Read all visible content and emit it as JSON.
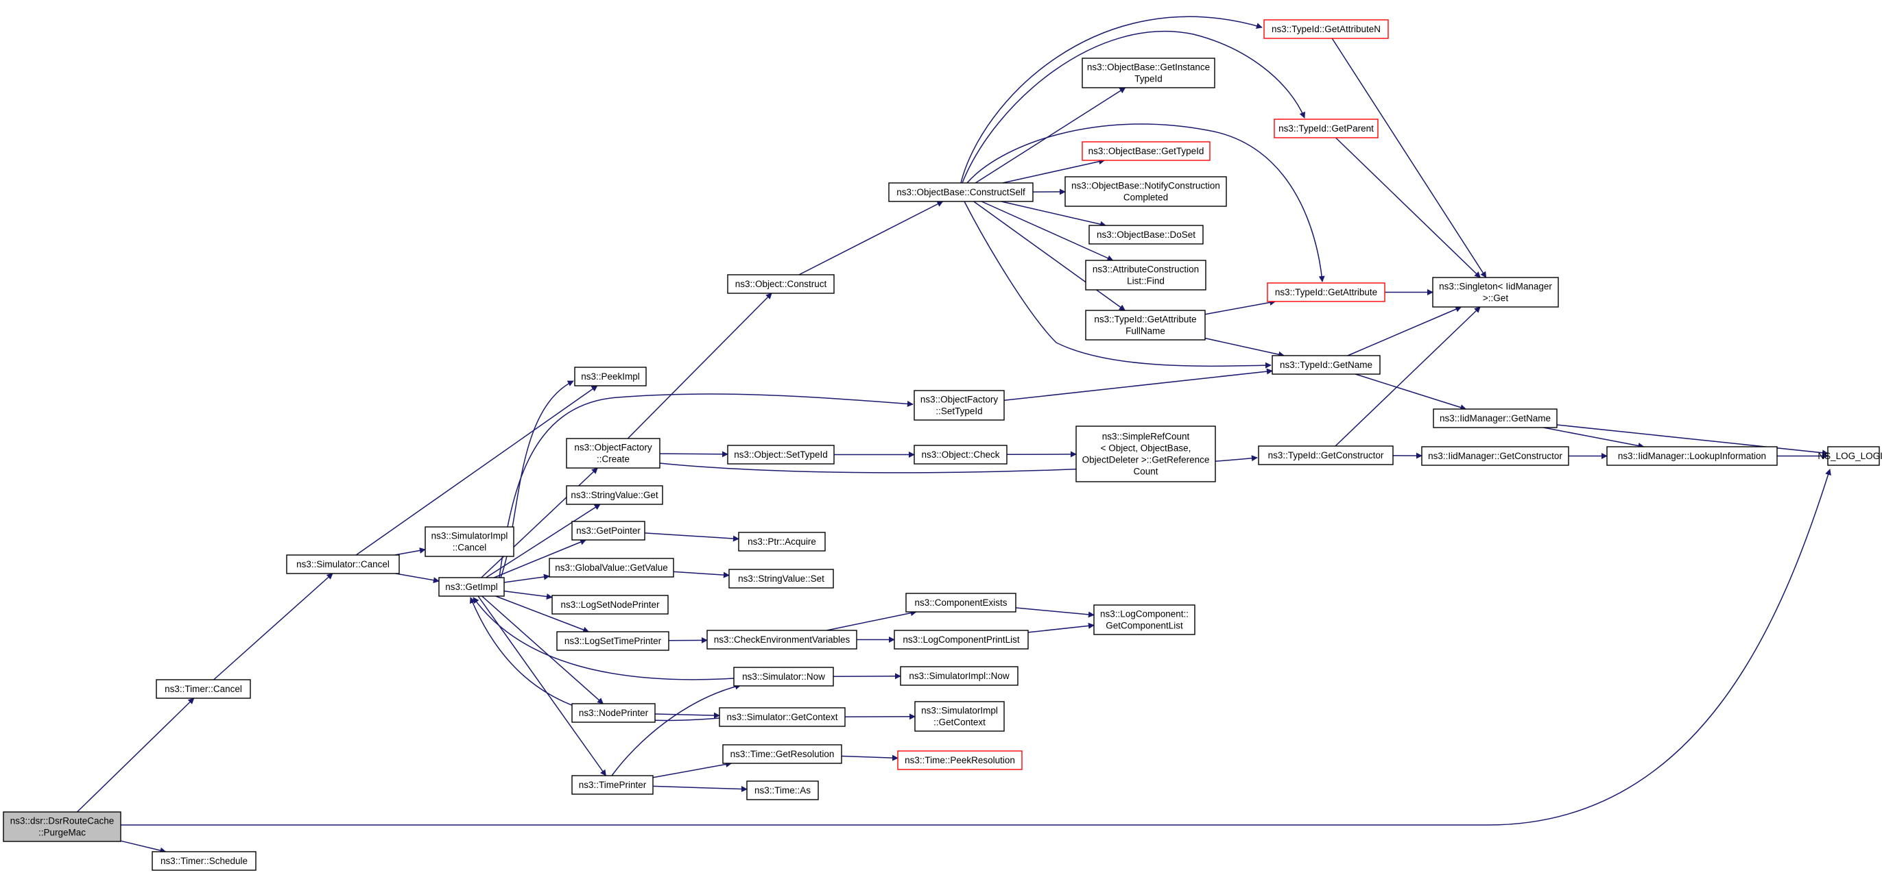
{
  "colors": {
    "edge": "#191970",
    "node_border": "#000000",
    "truncated_border": "#ff0000",
    "root_fill": "#bfbfbf",
    "node_fill": "#ffffff"
  },
  "nodes": [
    {
      "id": "purge",
      "lines": [
        "ns3::dsr::DsrRouteCache",
        "::PurgeMac"
      ],
      "root": true
    },
    {
      "id": "timercancel",
      "lines": [
        "ns3::Timer::Cancel"
      ]
    },
    {
      "id": "timersched",
      "lines": [
        "ns3::Timer::Schedule"
      ]
    },
    {
      "id": "simcancel",
      "lines": [
        "ns3::Simulator::Cancel"
      ]
    },
    {
      "id": "peekimpl",
      "lines": [
        "ns3::PeekImpl"
      ]
    },
    {
      "id": "simimplcancel",
      "lines": [
        "ns3::SimulatorImpl",
        "::Cancel"
      ]
    },
    {
      "id": "getimpl",
      "lines": [
        "ns3::GetImpl"
      ]
    },
    {
      "id": "ofcreate",
      "lines": [
        "ns3::ObjectFactory",
        "::Create"
      ]
    },
    {
      "id": "strget",
      "lines": [
        "ns3::StringValue::Get"
      ]
    },
    {
      "id": "getpointer",
      "lines": [
        "ns3::GetPointer"
      ]
    },
    {
      "id": "gvgetvalue",
      "lines": [
        "ns3::GlobalValue::GetValue"
      ]
    },
    {
      "id": "logsetnode",
      "lines": [
        "ns3::LogSetNodePrinter"
      ]
    },
    {
      "id": "logsettime",
      "lines": [
        "ns3::LogSetTimePrinter"
      ]
    },
    {
      "id": "nodeprinter",
      "lines": [
        "ns3::NodePrinter"
      ]
    },
    {
      "id": "timeprinter",
      "lines": [
        "ns3::TimePrinter"
      ]
    },
    {
      "id": "objconstruct",
      "lines": [
        "ns3::Object::Construct"
      ]
    },
    {
      "id": "ofsettypeid",
      "lines": [
        "ns3::ObjectFactory",
        "::SetTypeId"
      ]
    },
    {
      "id": "objsettypeid",
      "lines": [
        "ns3::Object::SetTypeId"
      ]
    },
    {
      "id": "ptracquire",
      "lines": [
        "ns3::Ptr::Acquire"
      ]
    },
    {
      "id": "strset",
      "lines": [
        "ns3::StringValue::Set"
      ]
    },
    {
      "id": "checkenv",
      "lines": [
        "ns3::CheckEnvironmentVariables"
      ]
    },
    {
      "id": "simnow",
      "lines": [
        "ns3::Simulator::Now"
      ]
    },
    {
      "id": "simgetctx",
      "lines": [
        "ns3::Simulator::GetContext"
      ]
    },
    {
      "id": "timegetres",
      "lines": [
        "ns3::Time::GetResolution"
      ]
    },
    {
      "id": "timeas",
      "lines": [
        "ns3::Time::As"
      ]
    },
    {
      "id": "obconstructself",
      "lines": [
        "ns3::ObjectBase::ConstructSelf"
      ]
    },
    {
      "id": "objcheck",
      "lines": [
        "ns3::Object::Check"
      ]
    },
    {
      "id": "compexists",
      "lines": [
        "ns3::ComponentExists"
      ]
    },
    {
      "id": "logcompprint",
      "lines": [
        "ns3::LogComponentPrintList"
      ]
    },
    {
      "id": "simimplnow",
      "lines": [
        "ns3::SimulatorImpl::Now"
      ]
    },
    {
      "id": "simimplgetctx",
      "lines": [
        "ns3::SimulatorImpl",
        "::GetContext"
      ]
    },
    {
      "id": "timepeekres",
      "lines": [
        "ns3::Time::PeekResolution"
      ],
      "truncated": true
    },
    {
      "id": "obgetinst",
      "lines": [
        "ns3::ObjectBase::GetInstance",
        "TypeId"
      ]
    },
    {
      "id": "obgettypeid",
      "lines": [
        "ns3::ObjectBase::GetTypeId"
      ],
      "truncated": true
    },
    {
      "id": "obnotify",
      "lines": [
        "ns3::ObjectBase::NotifyConstruction",
        "Completed"
      ]
    },
    {
      "id": "obdoset",
      "lines": [
        "ns3::ObjectBase::DoSet"
      ]
    },
    {
      "id": "acfind",
      "lines": [
        "ns3::AttributeConstruction",
        "List::Find"
      ]
    },
    {
      "id": "tidgetattrfull",
      "lines": [
        "ns3::TypeId::GetAttribute",
        "FullName"
      ]
    },
    {
      "id": "simplerefcount",
      "lines": [
        "ns3::SimpleRefCount",
        "< Object, ObjectBase,",
        "ObjectDeleter >::GetReference",
        "Count"
      ]
    },
    {
      "id": "logcompgetlist",
      "lines": [
        "ns3::LogComponent::",
        "GetComponentList"
      ]
    },
    {
      "id": "tidgetattrn",
      "lines": [
        "ns3::TypeId::GetAttributeN"
      ],
      "truncated": true
    },
    {
      "id": "tidgetparent",
      "lines": [
        "ns3::TypeId::GetParent"
      ],
      "truncated": true
    },
    {
      "id": "tidgetattr",
      "lines": [
        "ns3::TypeId::GetAttribute"
      ],
      "truncated": true
    },
    {
      "id": "tidgetname",
      "lines": [
        "ns3::TypeId::GetName"
      ]
    },
    {
      "id": "tidgetctor",
      "lines": [
        "ns3::TypeId::GetConstructor"
      ]
    },
    {
      "id": "singletonget",
      "lines": [
        "ns3::Singleton< IidManager",
        ">::Get"
      ]
    },
    {
      "id": "iidgetname",
      "lines": [
        "ns3::IidManager::GetName"
      ]
    },
    {
      "id": "iidgetctor",
      "lines": [
        "ns3::IidManager::GetConstructor"
      ]
    },
    {
      "id": "iidlookup",
      "lines": [
        "ns3::IidManager::LookupInformation"
      ]
    },
    {
      "id": "nslog",
      "lines": [
        "NS_LOG_LOGIC"
      ]
    }
  ],
  "edges": [
    [
      "purge",
      "timercancel"
    ],
    [
      "purge",
      "timersched"
    ],
    [
      "purge",
      "nslog"
    ],
    [
      "timercancel",
      "simcancel"
    ],
    [
      "simcancel",
      "peekimpl"
    ],
    [
      "simcancel",
      "simimplcancel"
    ],
    [
      "simcancel",
      "getimpl"
    ],
    [
      "getimpl",
      "peekimpl"
    ],
    [
      "getimpl",
      "ofsettypeid"
    ],
    [
      "getimpl",
      "ofcreate"
    ],
    [
      "getimpl",
      "strget"
    ],
    [
      "getimpl",
      "getpointer"
    ],
    [
      "getimpl",
      "gvgetvalue"
    ],
    [
      "getimpl",
      "logsetnode"
    ],
    [
      "getimpl",
      "logsettime"
    ],
    [
      "getimpl",
      "nodeprinter"
    ],
    [
      "getimpl",
      "timeprinter"
    ],
    [
      "ofcreate",
      "objconstruct"
    ],
    [
      "ofcreate",
      "objsettypeid"
    ],
    [
      "ofcreate",
      "tidgetctor"
    ],
    [
      "objconstruct",
      "obconstructself"
    ],
    [
      "ofsettypeid",
      "tidgetname"
    ],
    [
      "objsettypeid",
      "objcheck"
    ],
    [
      "objcheck",
      "simplerefcount"
    ],
    [
      "getpointer",
      "ptracquire"
    ],
    [
      "gvgetvalue",
      "strset"
    ],
    [
      "logsettime",
      "checkenv"
    ],
    [
      "checkenv",
      "compexists"
    ],
    [
      "checkenv",
      "logcompprint"
    ],
    [
      "compexists",
      "logcompgetlist"
    ],
    [
      "logcompprint",
      "logcompgetlist"
    ],
    [
      "simnow",
      "getimpl"
    ],
    [
      "simnow",
      "simimplnow"
    ],
    [
      "simgetctx",
      "getimpl"
    ],
    [
      "simgetctx",
      "simimplgetctx"
    ],
    [
      "nodeprinter",
      "simgetctx"
    ],
    [
      "timeprinter",
      "simnow"
    ],
    [
      "timeprinter",
      "timegetres"
    ],
    [
      "timeprinter",
      "timeas"
    ],
    [
      "timegetres",
      "timepeekres"
    ],
    [
      "obconstructself",
      "tidgetattrn"
    ],
    [
      "obconstructself",
      "obgetinst"
    ],
    [
      "obconstructself",
      "tidgetparent"
    ],
    [
      "obconstructself",
      "obgettypeid"
    ],
    [
      "obconstructself",
      "obnotify"
    ],
    [
      "obconstructself",
      "obdoset"
    ],
    [
      "obconstructself",
      "acfind"
    ],
    [
      "obconstructself",
      "tidgetattrfull"
    ],
    [
      "obconstructself",
      "tidgetattr"
    ],
    [
      "obconstructself",
      "tidgetname"
    ],
    [
      "tidgetattrfull",
      "tidgetattr"
    ],
    [
      "tidgetattrfull",
      "tidgetname"
    ],
    [
      "tidgetattr",
      "singletonget"
    ],
    [
      "tidgetattrn",
      "singletonget"
    ],
    [
      "tidgetparent",
      "singletonget"
    ],
    [
      "tidgetname",
      "singletonget"
    ],
    [
      "tidgetname",
      "iidgetname"
    ],
    [
      "tidgetctor",
      "singletonget"
    ],
    [
      "tidgetctor",
      "iidgetctor"
    ],
    [
      "iidgetname",
      "iidlookup"
    ],
    [
      "iidgetname",
      "nslog"
    ],
    [
      "iidgetctor",
      "iidlookup"
    ],
    [
      "iidlookup",
      "nslog"
    ]
  ]
}
